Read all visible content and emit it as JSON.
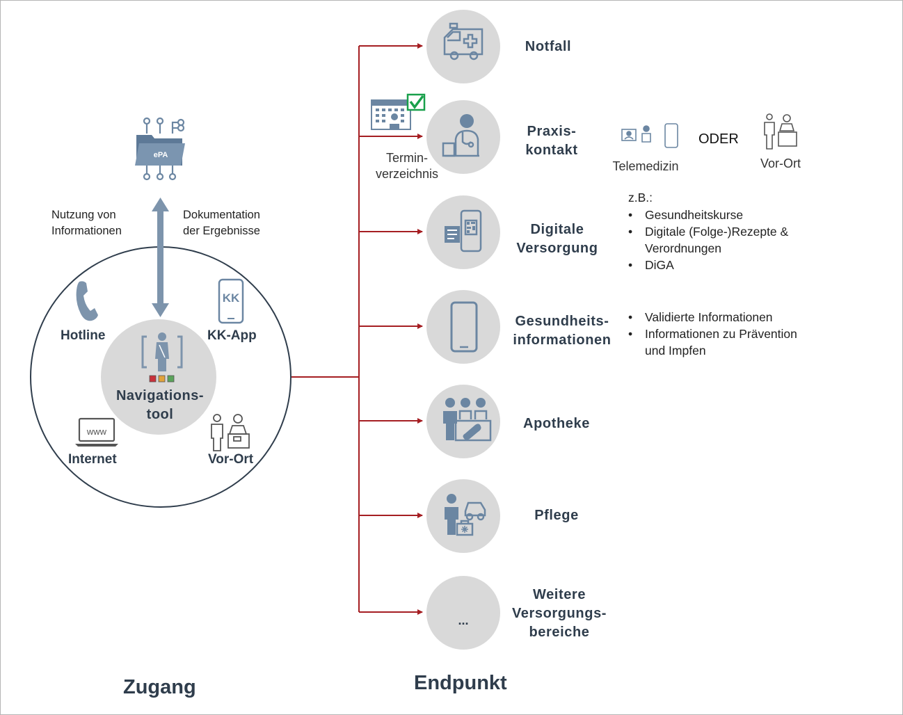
{
  "colors": {
    "arrow_red": "#a51e22",
    "icon_blue": "#6b86a2",
    "access_arrow": "#7d94ac",
    "circle_gray": "#d9d9d9",
    "label_dark": "#2f3d4c",
    "check_green": "#19a04b"
  },
  "access": {
    "section_title": "Zugang",
    "epa": {
      "icon": "folder-circuit-icon",
      "label": "ePA"
    },
    "arrow_left_label": "Nutzung von\nInformationen",
    "arrow_right_label": "Dokumentation\nder Ergebnisse",
    "hub_label": "Navigations-\ntool",
    "channels": [
      {
        "label": "Hotline",
        "icon": "phone-icon"
      },
      {
        "label": "KK-App",
        "icon": "smartphone-icon",
        "icon_text": "KK"
      },
      {
        "label": "Internet",
        "icon": "laptop-icon",
        "icon_text": "www"
      },
      {
        "label": "Vor-Ort",
        "icon": "counter-icon"
      }
    ]
  },
  "endpoints": {
    "section_title": "Endpunkt",
    "items": [
      {
        "label": "Notfall",
        "icon": "ambulance-icon"
      },
      {
        "label": "Praxis-\nkontakt",
        "icon": "doctor-icon"
      },
      {
        "label": "Digitale\nVersorgung",
        "icon": "digital-prescription-icon"
      },
      {
        "label": "Gesundheits-\ninformationen",
        "icon": "smartphone-icon"
      },
      {
        "label": "Apotheke",
        "icon": "pharmacy-icon"
      },
      {
        "label": "Pflege",
        "icon": "care-icon"
      },
      {
        "label": "Weitere\nVersorgungs-\nbereiche",
        "icon": "ellipsis-icon",
        "icon_text": "..."
      }
    ],
    "termin": {
      "label": "Termin-\nverzeichnis",
      "icon": "calendar-check-icon"
    },
    "praxis_options": {
      "telemedizin": "Telemedizin",
      "oder": "ODER",
      "vor_ort": "Vor-Ort"
    },
    "digital_note": {
      "prefix": "z.B.:",
      "bullets": [
        "Gesundheitskurse",
        "Digitale (Folge-)Rezepte &\nVerordnungen",
        "DiGA"
      ]
    },
    "info_bullets": [
      "Validierte Informationen",
      "Informationen zu Prävention\nund Impfen"
    ]
  }
}
